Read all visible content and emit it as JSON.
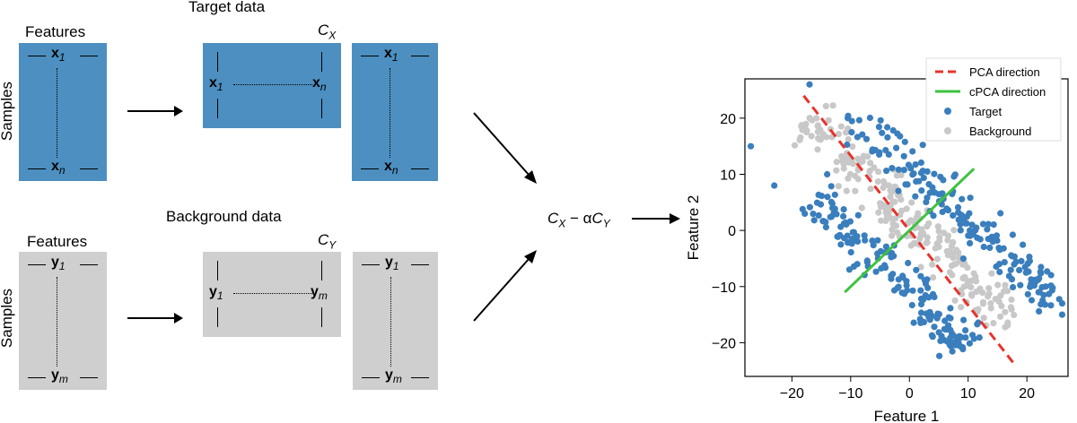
{
  "target": {
    "title": "Target data",
    "features_label": "Features",
    "samples_label": "Samples",
    "first_vec": "x",
    "first_sub": "1",
    "last_vec": "x",
    "last_sub": "n",
    "cov_main": "C",
    "cov_sub": "X"
  },
  "background": {
    "title": "Background data",
    "features_label": "Features",
    "samples_label": "Samples",
    "first_vec": "y",
    "first_sub": "1",
    "last_vec": "y",
    "last_sub": "m",
    "cov_main": "C",
    "cov_sub": "Y"
  },
  "formula": {
    "c1": "C",
    "s1": "X",
    "minus": " − α",
    "c2": "C",
    "s2": "Y"
  },
  "colors": {
    "target": "#3a7ebd",
    "background": "#c8c8c8",
    "pca": "#e8322b",
    "cpca": "#3ec23e"
  },
  "chart_data": {
    "type": "scatter",
    "xlabel": "Feature 1",
    "ylabel": "Feature 2",
    "xlim": [
      -28,
      27
    ],
    "ylim": [
      -26,
      27
    ],
    "xticks": [
      -20,
      -10,
      0,
      10,
      20
    ],
    "yticks": [
      -20,
      -10,
      0,
      10,
      20
    ],
    "xtick_labels": [
      "−20",
      "−10",
      "0",
      "10",
      "20"
    ],
    "ytick_labels": [
      "−20",
      "−10",
      "0",
      "10",
      "20"
    ],
    "legend_position": "top-right",
    "series": [
      {
        "name": "PCA direction",
        "kind": "dashed-line",
        "color": "#e8322b",
        "x": [
          -18,
          18
        ],
        "y": [
          24,
          -24
        ]
      },
      {
        "name": "cPCA direction",
        "kind": "line",
        "color": "#3ec23e",
        "x": [
          -11,
          11
        ],
        "y": [
          -11,
          11
        ]
      },
      {
        "name": "Target",
        "kind": "points",
        "color": "#3a7ebd",
        "clusters": [
          {
            "from": [
              -10,
              21
            ],
            "to": [
              25,
              -13
            ],
            "count": 170,
            "spread": 2.6
          },
          {
            "from": [
              -16,
              6
            ],
            "to": [
              10,
              -21
            ],
            "count": 170,
            "spread": 2.6
          }
        ],
        "outliers": [
          [
            -27,
            15
          ],
          [
            -23,
            8
          ],
          [
            -17,
            26
          ],
          [
            -14,
            10
          ],
          [
            26,
            -13
          ],
          [
            26,
            -15
          ]
        ]
      },
      {
        "name": "Background",
        "kind": "points",
        "color": "#c8c8c8",
        "clusters": [
          {
            "from": [
              -17,
              20
            ],
            "to": [
              17,
              -17
            ],
            "count": 230,
            "spread": 2.6
          }
        ],
        "outliers": []
      }
    ]
  }
}
